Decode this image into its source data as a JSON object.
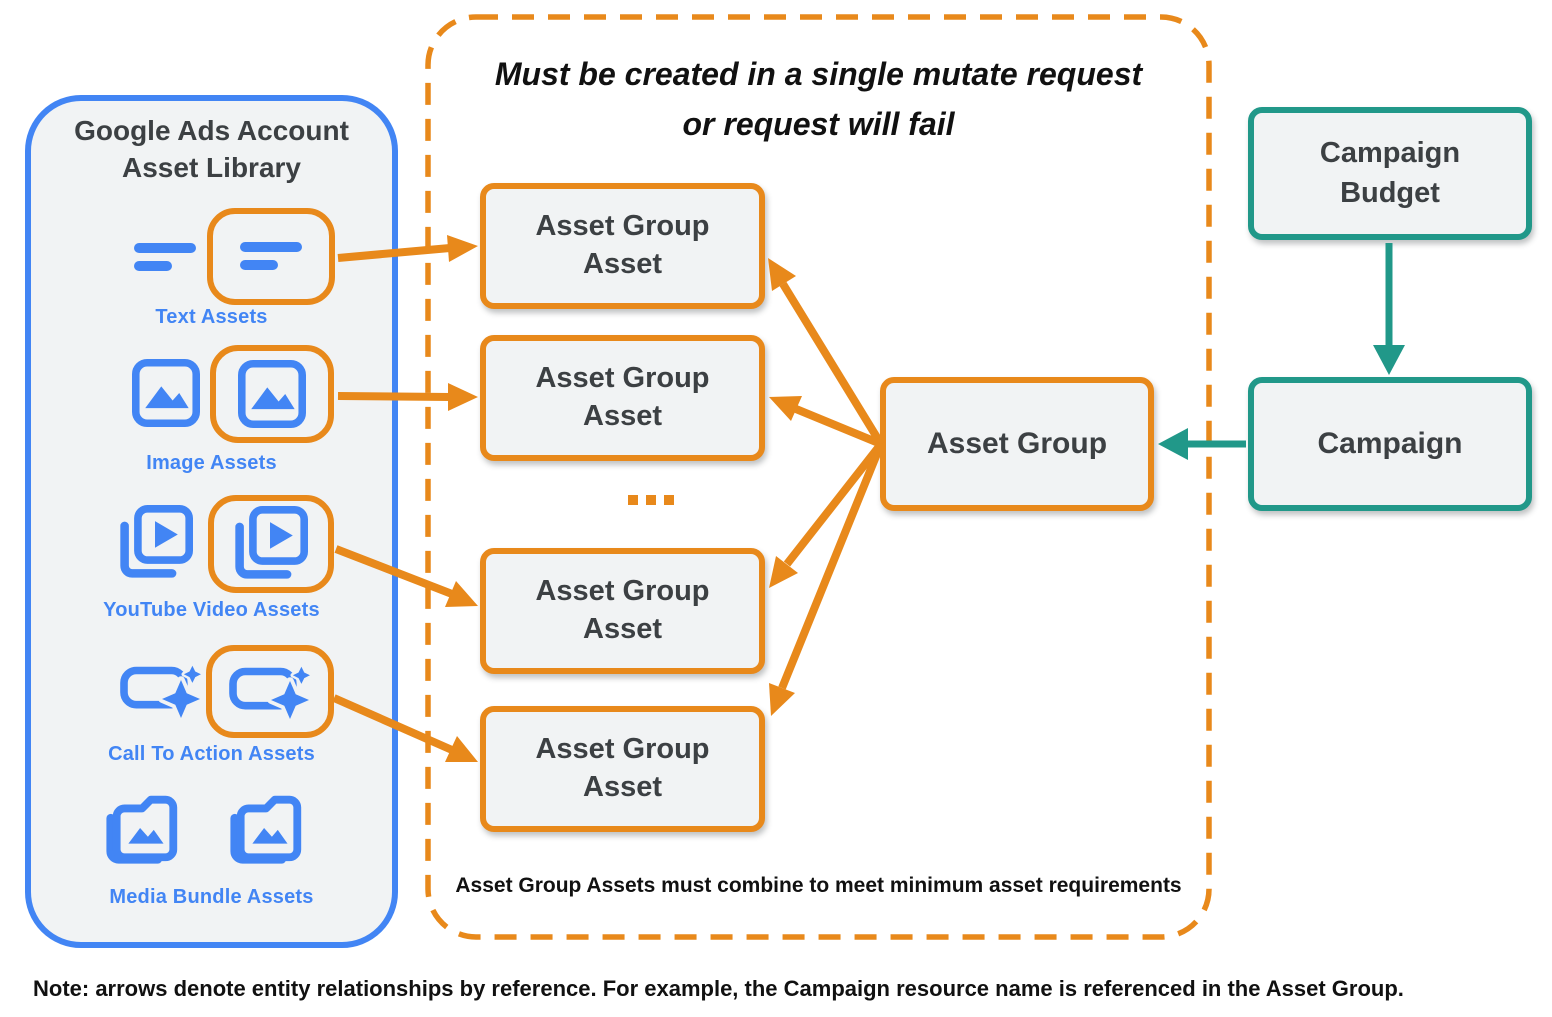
{
  "colors": {
    "orange": "#E8891B",
    "blue": "#4285F4",
    "teal": "#219889",
    "box_fill": "#F1F3F4",
    "box_text": "#3C4043",
    "note_text": "#111111"
  },
  "asset_library": {
    "title_line1": "Google Ads Account",
    "title_line2": "Asset Library",
    "items": [
      {
        "label": "Text Assets",
        "icon": "text-asset-icon"
      },
      {
        "label": "Image Assets",
        "icon": "image-asset-icon"
      },
      {
        "label": "YouTube Video  Assets",
        "icon": "youtube-video-asset-icon"
      },
      {
        "label": "Call To Action Assets",
        "icon": "call-to-action-asset-icon"
      },
      {
        "label": "Media Bundle  Assets",
        "icon": "media-bundle-asset-icon"
      }
    ]
  },
  "mutate_request_container": {
    "title_line1": "Must be created in a single mutate request",
    "title_line2": "or request will fail",
    "boxes": [
      {
        "line1": "Asset Group",
        "line2": "Asset"
      },
      {
        "line1": "Asset Group",
        "line2": "Asset"
      },
      {
        "line1": "Asset Group",
        "line2": "Asset"
      },
      {
        "line1": "Asset Group",
        "line2": "Asset"
      }
    ],
    "ellipsis": "...",
    "footnote": "Asset Group Assets must combine to meet minimum asset requirements"
  },
  "asset_group": {
    "label": "Asset Group"
  },
  "campaign_budget": {
    "line1": "Campaign",
    "line2": "Budget"
  },
  "campaign": {
    "label": "Campaign"
  },
  "note": "Note: arrows denote entity relationships by reference. For example, the Campaign resource name is referenced in the Asset Group."
}
